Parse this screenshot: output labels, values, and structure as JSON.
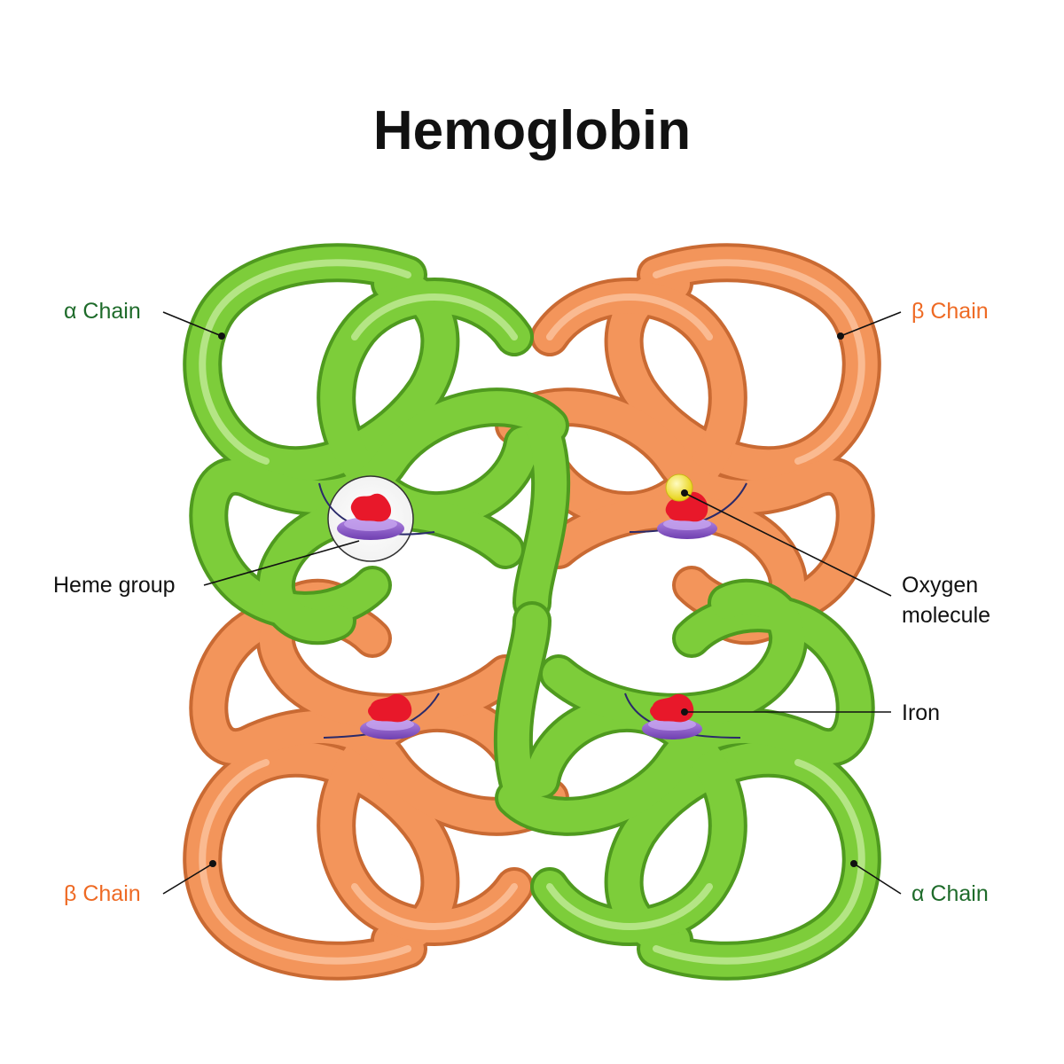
{
  "title": "Hemoglobin",
  "labels": {
    "alpha_top_left": "α Chain",
    "beta_top_right": "β Chain",
    "beta_bottom_left": "β Chain",
    "alpha_bottom_right": "α Chain",
    "heme_group": "Heme group",
    "oxygen_line1": "Oxygen",
    "oxygen_line2": "molecule",
    "iron": "Iron"
  },
  "colors": {
    "alpha_chain": "#7dcd3a",
    "beta_chain": "#f3955b",
    "alpha_label": "#1e6b2a",
    "beta_label": "#ee6a24",
    "heme_red": "#e8182a",
    "heme_disc": "#8c5cc8",
    "oxygen": "#f2e43a",
    "text": "#111111"
  }
}
